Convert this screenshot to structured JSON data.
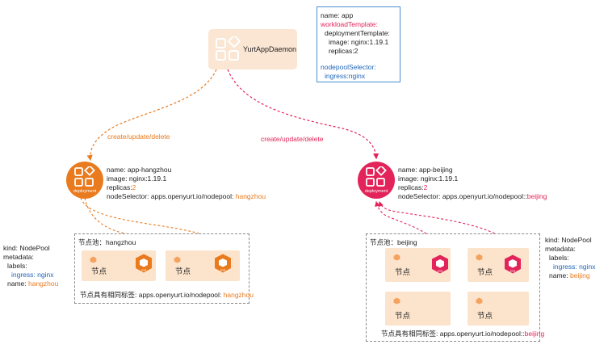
{
  "yurtappdaemon": {
    "label": "YurtAppDaemon"
  },
  "template": {
    "name": "name: app",
    "workload_template": "workloadTemplate:",
    "deployment_template": "deploymentTemplate:",
    "image": "image: nginx:1.19.1",
    "replicas": "replicas:2",
    "nodepool_selector": "nodepoolSelector:",
    "selector_value": "ingress:nginx"
  },
  "edges": {
    "left_label": "create/update/delete",
    "right_label": "create/update/delete"
  },
  "deployment_left": {
    "icon_label": "deployment",
    "name": "name: app-hangzhou",
    "image": "image: nginx:1.19.1",
    "replicas_prefix": "replicas:",
    "replicas_value": "2",
    "node_selector_prefix": "nodeSelector: apps.openyurt.io/nodepool: ",
    "node_selector_value": "hangzhou"
  },
  "deployment_right": {
    "icon_label": "deployment",
    "name": "name: app-beijing",
    "image": "image: nginx:1.19.1",
    "replicas_prefix": "replicas:",
    "replicas_value": "2",
    "node_selector_prefix": "nodeSelector: apps.openyurt.io/nodepool::",
    "node_selector_value": "beijing"
  },
  "nodepool_left": {
    "title": "节点池：hangzhou",
    "nodes": [
      "节点",
      "节点"
    ],
    "pod_label": "pod",
    "footer_prefix": "节点具有相同标签: apps.openyurt.io/nodepool: ",
    "footer_value": "hangzhou"
  },
  "nodepool_right": {
    "title": "节点池：beijing",
    "nodes": [
      "节点",
      "节点",
      "节点",
      "节点"
    ],
    "pod_label": "pod",
    "footer_prefix": "节点具有相同标签: apps.openyurt.io/nodepool::",
    "footer_value": "beijing"
  },
  "meta_left": {
    "kind": "kind: NodePool",
    "metadata": "metadata:",
    "labels": "labels:",
    "ingress": "ingress: nginx",
    "name_prefix": "name: ",
    "name_value": "hangzhou"
  },
  "meta_right": {
    "kind": "kind: NodePool",
    "metadata": "metadata:",
    "labels": "labels:",
    "ingress": "ingress: nginx",
    "name_prefix": "name: ",
    "name_value": "beijing"
  },
  "colors": {
    "orange": "#e97a1e",
    "red": "#e2245a",
    "blue": "#2066b8",
    "node_fill": "#fce4cc",
    "top_fill": "#fbe6d3"
  },
  "icons": [
    "shapes-icon",
    "deployment-icon",
    "pod-icon",
    "node-icon"
  ]
}
